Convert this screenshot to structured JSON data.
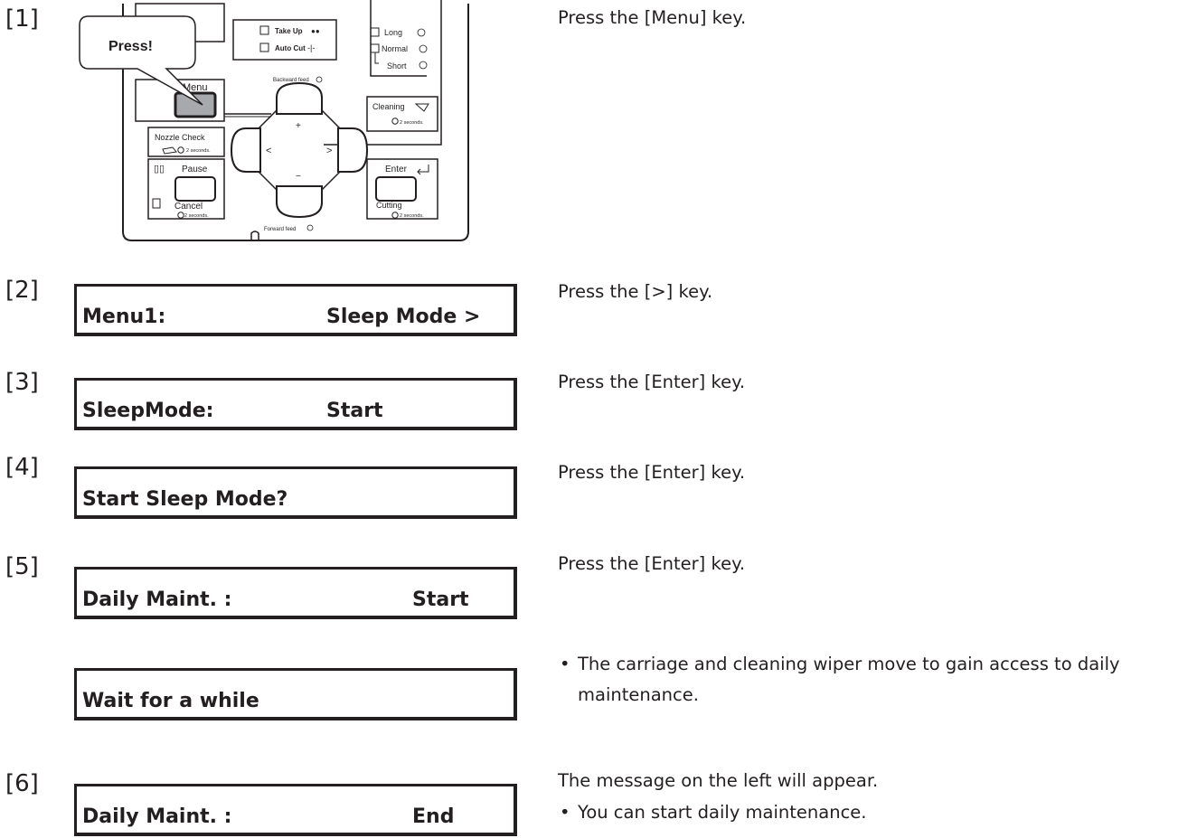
{
  "steps": [
    {
      "num": "[1]",
      "instruction": "Press the [Menu] key."
    },
    {
      "num": "[2]",
      "instruction": "Press the [>] key.",
      "lcd_left": "Menu1:",
      "lcd_right": "Sleep Mode >"
    },
    {
      "num": "[3]",
      "instruction": "Press the [Enter] key.",
      "lcd_left": "SleepMode:",
      "lcd_right": "Start"
    },
    {
      "num": "[4]",
      "instruction": "Press the [Enter] key.",
      "lcd_left": "Start Sleep Mode?"
    },
    {
      "num": "[5]",
      "instruction": "Press the [Enter] key.",
      "lcd_left": "Daily Maint. :",
      "lcd_right": "Start"
    },
    {
      "lcd_left": "Wait for a while",
      "bullet_lines": [
        "The carriage and cleaning wiper move to gain access to daily",
        "maintenance."
      ]
    },
    {
      "num": "[6]",
      "instruction": "The message on the left will appear.",
      "lcd_left": "Daily Maint. :",
      "lcd_right": "End",
      "bullet": "You can start daily maintenance."
    }
  ],
  "bullet_char": "•",
  "panel": {
    "callout": "Press!",
    "take_up": "Take Up",
    "auto_cut": "Auto Cut",
    "long": "Long",
    "normal": "Normal",
    "short": "Short",
    "menu": "Menu",
    "backward_feed": "Backward feed",
    "forward_feed": "Forward feed",
    "plus": "+",
    "minus": "−",
    "left": "<",
    "right": ">",
    "cleaning": "Cleaning",
    "two_seconds": "2 seconds.",
    "nozzle_check": "Nozzle Check",
    "pause": "Pause",
    "cancel": "Cancel",
    "enter": "Enter",
    "cutting": "Cutting"
  }
}
